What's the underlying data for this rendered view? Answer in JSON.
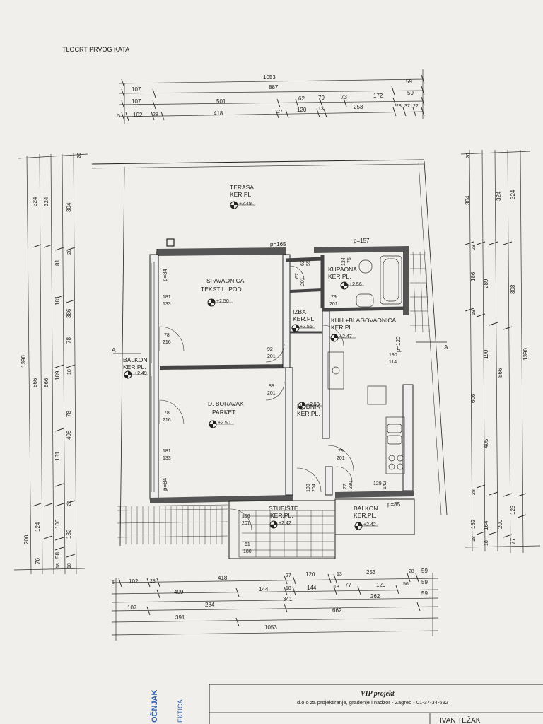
{
  "sheet_title": "TLOCRT PRVOG KATA",
  "top_dims": {
    "row1": [
      "1053"
    ],
    "row2": [
      "107",
      "887",
      "59"
    ],
    "row3": [
      "107",
      "501",
      "62",
      "79",
      "73",
      "172",
      "59"
    ],
    "row4": [
      "5",
      "102",
      "28",
      "418",
      "27",
      "120",
      "13",
      "253",
      "28",
      "37",
      "22"
    ]
  },
  "bottom_dims": {
    "row1": [
      "5",
      "102",
      "28",
      "418",
      "27",
      "120",
      "13",
      "253",
      "28",
      "59"
    ],
    "row2": [
      "409",
      "144",
      "18",
      "144",
      "18",
      "77",
      "129",
      "56",
      "59"
    ],
    "row3": [
      "341"
    ],
    "row4": [
      "107",
      "284",
      "262",
      "59"
    ],
    "row5": [
      "391",
      "662"
    ],
    "row6": [
      "1053"
    ]
  },
  "left_dims": {
    "col1": [
      "1390"
    ],
    "col2": [
      "324",
      "866",
      "200"
    ],
    "col3": [
      "324",
      "866",
      "124",
      "76"
    ],
    "col4": [
      "81",
      "181",
      "189",
      "181",
      "106",
      "58",
      "18"
    ],
    "col5": [
      "304",
      "28",
      "386",
      "408",
      "78",
      "78",
      "28",
      "18",
      "182",
      "18"
    ],
    "col6": [
      "20"
    ]
  },
  "right_dims": {
    "col1": [
      "1390"
    ],
    "col2": [
      "324",
      "308",
      "123",
      "77"
    ],
    "col3": [
      "324",
      "866",
      "200"
    ],
    "col4": [
      "186",
      "289",
      "190",
      "405",
      "164",
      "18"
    ],
    "col5": [
      "304",
      "28",
      "18",
      "606",
      "28",
      "182",
      "18"
    ],
    "col6": [
      "20"
    ]
  },
  "rooms": {
    "terasa": {
      "name": "TERASA",
      "floor": "KER.PL.",
      "level": "+2.49"
    },
    "spavaonica": {
      "name": "SPAVAONICA",
      "floor": "TEKSTIL. POD",
      "level": "+2.50"
    },
    "kupaona": {
      "name": "KUPAONA",
      "floor": "KER.PL.",
      "level": "+2.56"
    },
    "izba": {
      "name": "IZBA",
      "floor": "KER.PL.",
      "level": "+2.56"
    },
    "kuhinja": {
      "name": "KUH.+BLAGOVAONICA",
      "floor": "KER.PL.",
      "level": "+2.47"
    },
    "balkon_left": {
      "name": "BALKON",
      "floor": "KER.PL.",
      "level": "+2.49"
    },
    "boravak": {
      "name": "D. BORAVAK",
      "floor": "PARKET",
      "level": "+2.50"
    },
    "hodnik": {
      "name": "HODNIK",
      "floor": "KER.PL.",
      "level": "+2.50"
    },
    "stubiste": {
      "name": "STUBIŠTE",
      "floor": "KER.PL.",
      "level": "+2.42"
    },
    "balkon_right": {
      "name": "BALKON",
      "floor": "KER.PL.",
      "level": "+2.42"
    }
  },
  "openings": {
    "p165": "p=165",
    "p157": "p=157",
    "p84a": "p=84",
    "p84b": "p=84",
    "p120": "p=120",
    "p85": "p=85",
    "w181_133a": [
      "181",
      "133"
    ],
    "w181_133b": [
      "181",
      "133"
    ],
    "d78_216a": [
      "78",
      "216"
    ],
    "d78_216b": [
      "78",
      "216"
    ],
    "d92_201": [
      "92",
      "201"
    ],
    "d88_201": [
      "88",
      "201"
    ],
    "d67_201": [
      "67",
      "201"
    ],
    "d62_59": [
      "62",
      "59"
    ],
    "d134_75": [
      "134",
      "75"
    ],
    "d79_201a": [
      "79",
      "201"
    ],
    "d190_114": [
      "190",
      "114"
    ],
    "d79_201b": [
      "79",
      "201"
    ],
    "d100_204": [
      "100",
      "204"
    ],
    "d77_230": [
      "77",
      "230"
    ],
    "d129_142": [
      "129",
      "142"
    ],
    "d106_207": [
      "106",
      "207"
    ],
    "d61_180": [
      "61",
      "180"
    ]
  },
  "section_marks": [
    "A",
    "A"
  ],
  "title_block": {
    "company": "VIP projekt",
    "company_sub": "d.o.o za projektiranje, građenje i nadzor - Zagreb - 01-37-34-692",
    "person": "IVAN TEŽAK",
    "side_text_1": "OČNJAK",
    "side_text_2": "EKTICA"
  }
}
